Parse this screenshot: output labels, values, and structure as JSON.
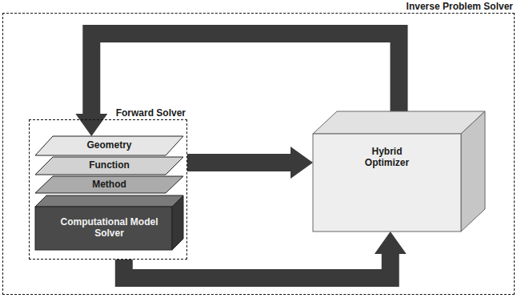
{
  "diagram": {
    "nodes": [
      {
        "text": [
          "Inverse Problem Solver"
        ]
      },
      {
        "text": [
          "Forward Solver"
        ],
        "in": 0
      },
      {
        "text": [
          "Geometry"
        ],
        "in": 1
      },
      {
        "text": [
          "Function"
        ],
        "in": 1
      },
      {
        "text": [
          "Method"
        ],
        "in": 1
      },
      {
        "text": [
          "Computational Model Solver"
        ],
        "in": 1
      },
      {
        "text": [
          "Hybrid Optimizer"
        ],
        "in": 0
      }
    ],
    "edges": [
      {
        "from": 6,
        "to": 2,
        "arrow": "to"
      },
      {
        "from": 1,
        "to": 6,
        "arrow": "to"
      },
      {
        "from": 1,
        "to": 6,
        "arrow": "to"
      }
    ]
  }
}
